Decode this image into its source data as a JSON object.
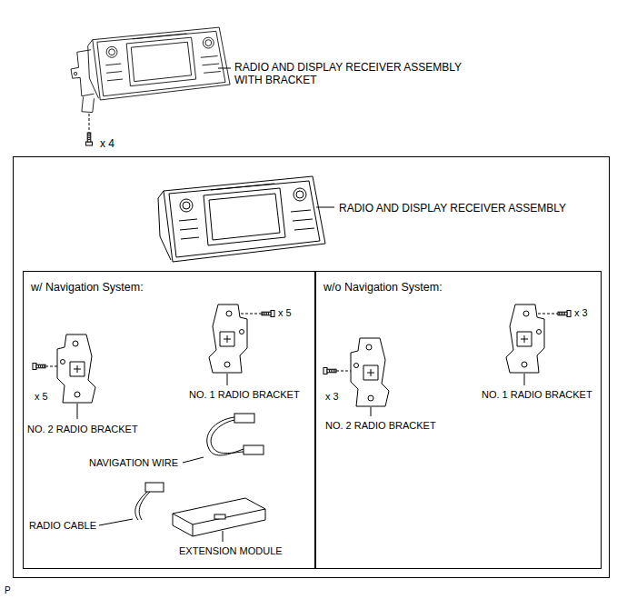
{
  "diagram": {
    "nodes": [
      {
        "text": [
          "RADIO AND DISPLAY RECEIVER ASSEMBLY"
        ]
      },
      {
        "text": [
          "w/ Navigation System:"
        ],
        "in": 0
      },
      {
        "text": [
          "w/o Navigation System:"
        ],
        "in": 0
      }
    ],
    "labels": [
      "RADIO AND DISPLAY RECEIVER ASSEMBLY WITH BRACKET",
      "x 4",
      "x 5",
      "NO. 1 RADIO BRACKET",
      "x 5",
      "NO. 2 RADIO BRACKET",
      "NAVIGATION WIRE",
      "RADIO CABLE",
      "EXTENSION MODULE",
      "x 3",
      "NO. 2 RADIO BRACKET",
      "x 3",
      "NO. 1 RADIO BRACKET",
      "P"
    ]
  }
}
